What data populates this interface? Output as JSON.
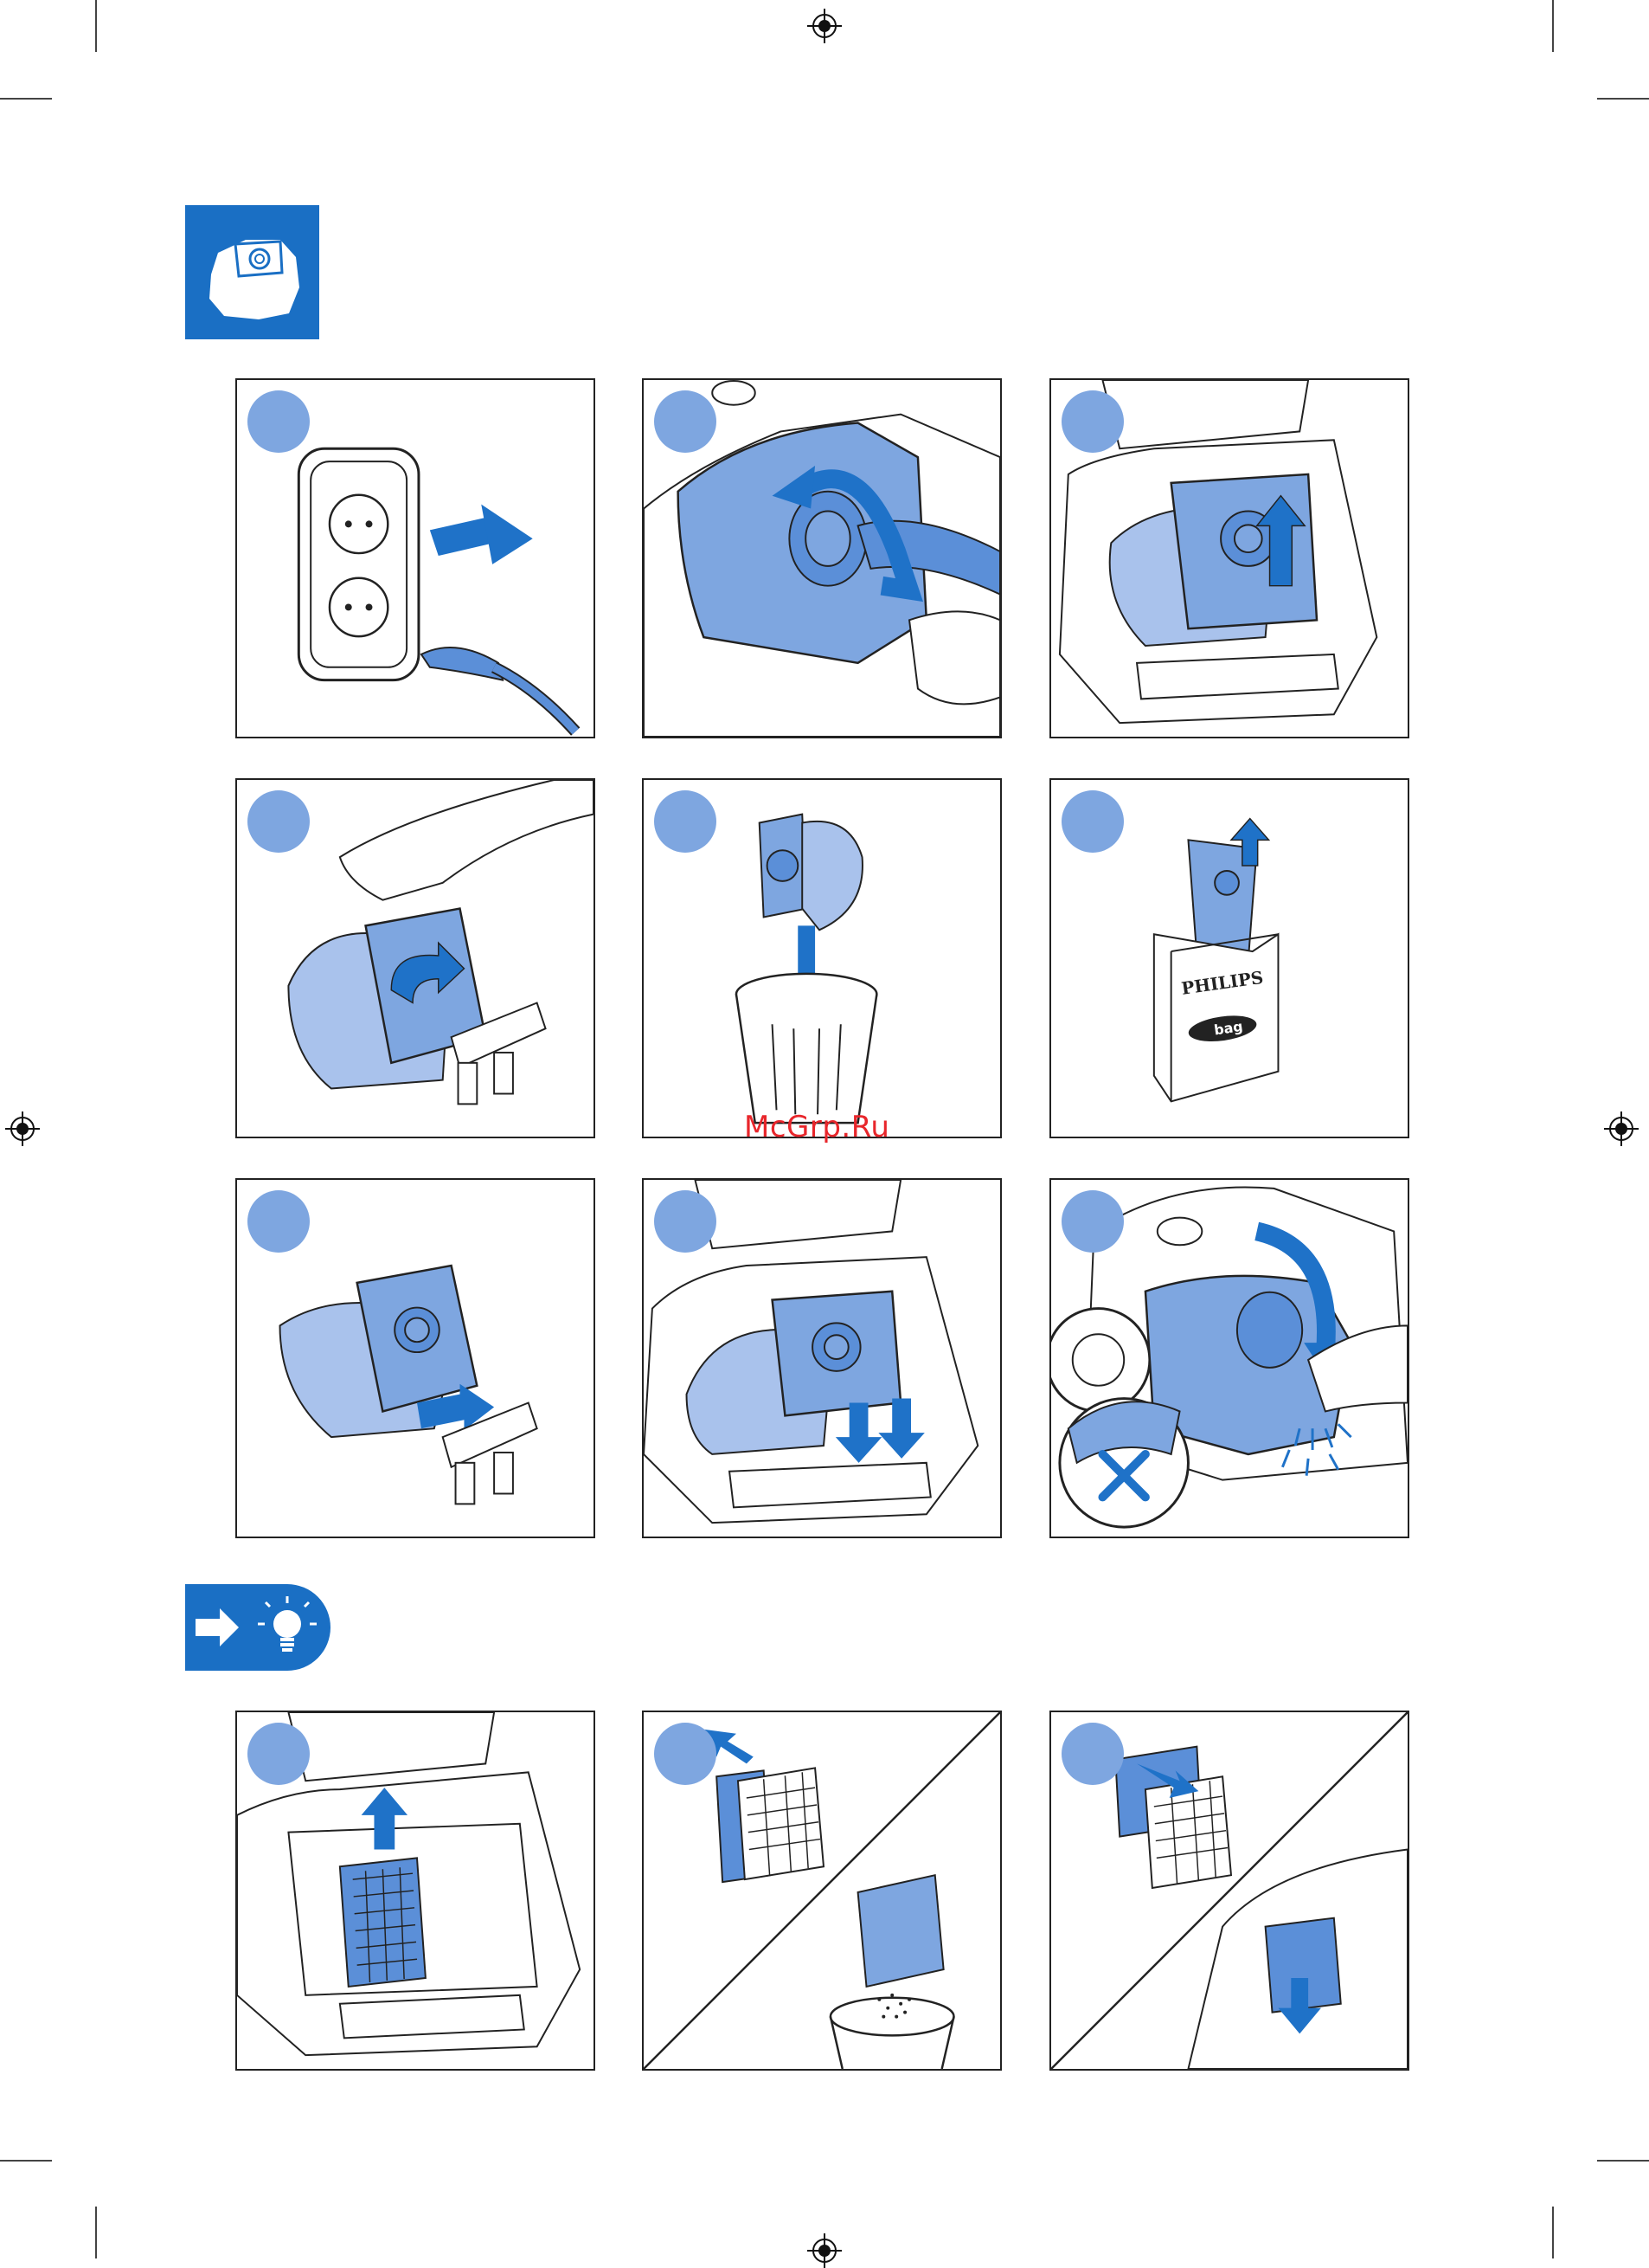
{
  "watermark": "McGrp.Ru",
  "header_icon": "dust-bag-icon",
  "tip_icons": [
    "arrow-right-icon",
    "lightbulb-icon"
  ],
  "package": {
    "brand": "PHILIPS",
    "product": "bag"
  },
  "colors": {
    "brand_blue": "#1a6fc4",
    "light_blue": "#7ea6e0",
    "part_blue": "#5b8fd8",
    "bag_blue": "#a9c2ec",
    "arrow_blue": "#1f72c8",
    "watermark_red": "#e8262b"
  }
}
